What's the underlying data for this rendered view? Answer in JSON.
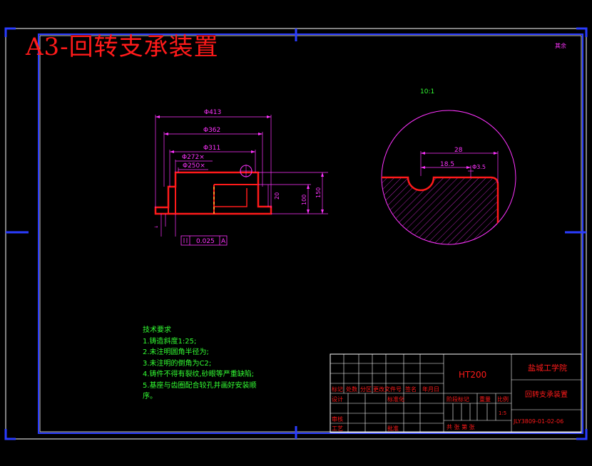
{
  "sheet_title": "A3-回转支承装置",
  "corner_note": "其余",
  "detail_scale": "10:1",
  "part_dimensions": {
    "d1": "Φ413",
    "d2": "Φ362",
    "d3": "Φ311",
    "d4": "Φ272×",
    "d5": "Φ250×",
    "h1": "20",
    "h2": "100",
    "h3": "150",
    "tolerance_value": "0.025",
    "datum": "A"
  },
  "detail_dimensions": {
    "d1": "28",
    "d2": "18.5",
    "d3": "Φ3.5"
  },
  "technical_requirements": {
    "heading": "技术要求",
    "items": [
      "1.铸造斜度1:25;",
      "2.未注明圆角半径为;",
      "3.未注明的倒角为C2;",
      "4.铸件不得有裂纹,砂眼等严重缺陷;",
      "5.基座与齿圈配合较孔并画好安装顺",
      "序。"
    ]
  },
  "title_block": {
    "material": "HT200",
    "school": "盐城工学院",
    "part_name": "回转支承装置",
    "drawing_number": "JLY3809-01-02-06",
    "scale": "1:5",
    "row_labels": [
      "标记",
      "处数",
      "分区",
      "更改文件号",
      "签名",
      "年月日"
    ],
    "design_label": "设计",
    "standardize_label": "标准化",
    "review_label": "审核",
    "process_label": "工艺",
    "approve_label": "批准",
    "stage_label": "阶段标记",
    "weight_label": "重量",
    "ratio_label": "比例",
    "sheets_label": "共   张  第   张"
  },
  "colors": {
    "background": "#000000",
    "frame": "#ffffff",
    "frame_accent": "#2a3cff",
    "outline": "#ff1a1a",
    "dimension": "#ff33ff",
    "notes": "#33ff33",
    "hidden_line": "#ffff33"
  }
}
